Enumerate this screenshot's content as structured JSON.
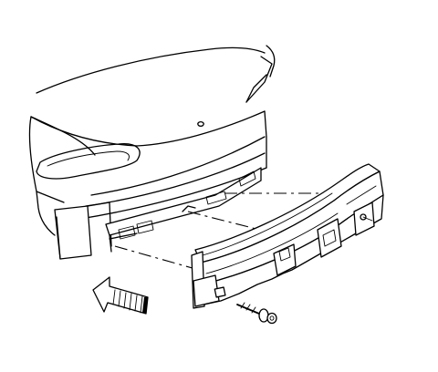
{
  "diagram": {
    "parts": [
      {
        "id": "vehicle-rear-body",
        "kind": "vehicle body, rear quarter"
      },
      {
        "id": "rear-bumper-impact-bar",
        "kind": "bumper reinforcement bar"
      },
      {
        "id": "mounting-bolt",
        "kind": "fastener"
      },
      {
        "id": "direction-arrow",
        "kind": "view direction indicator"
      }
    ],
    "colors": {
      "ink": "#000000",
      "paper": "#ffffff"
    }
  }
}
